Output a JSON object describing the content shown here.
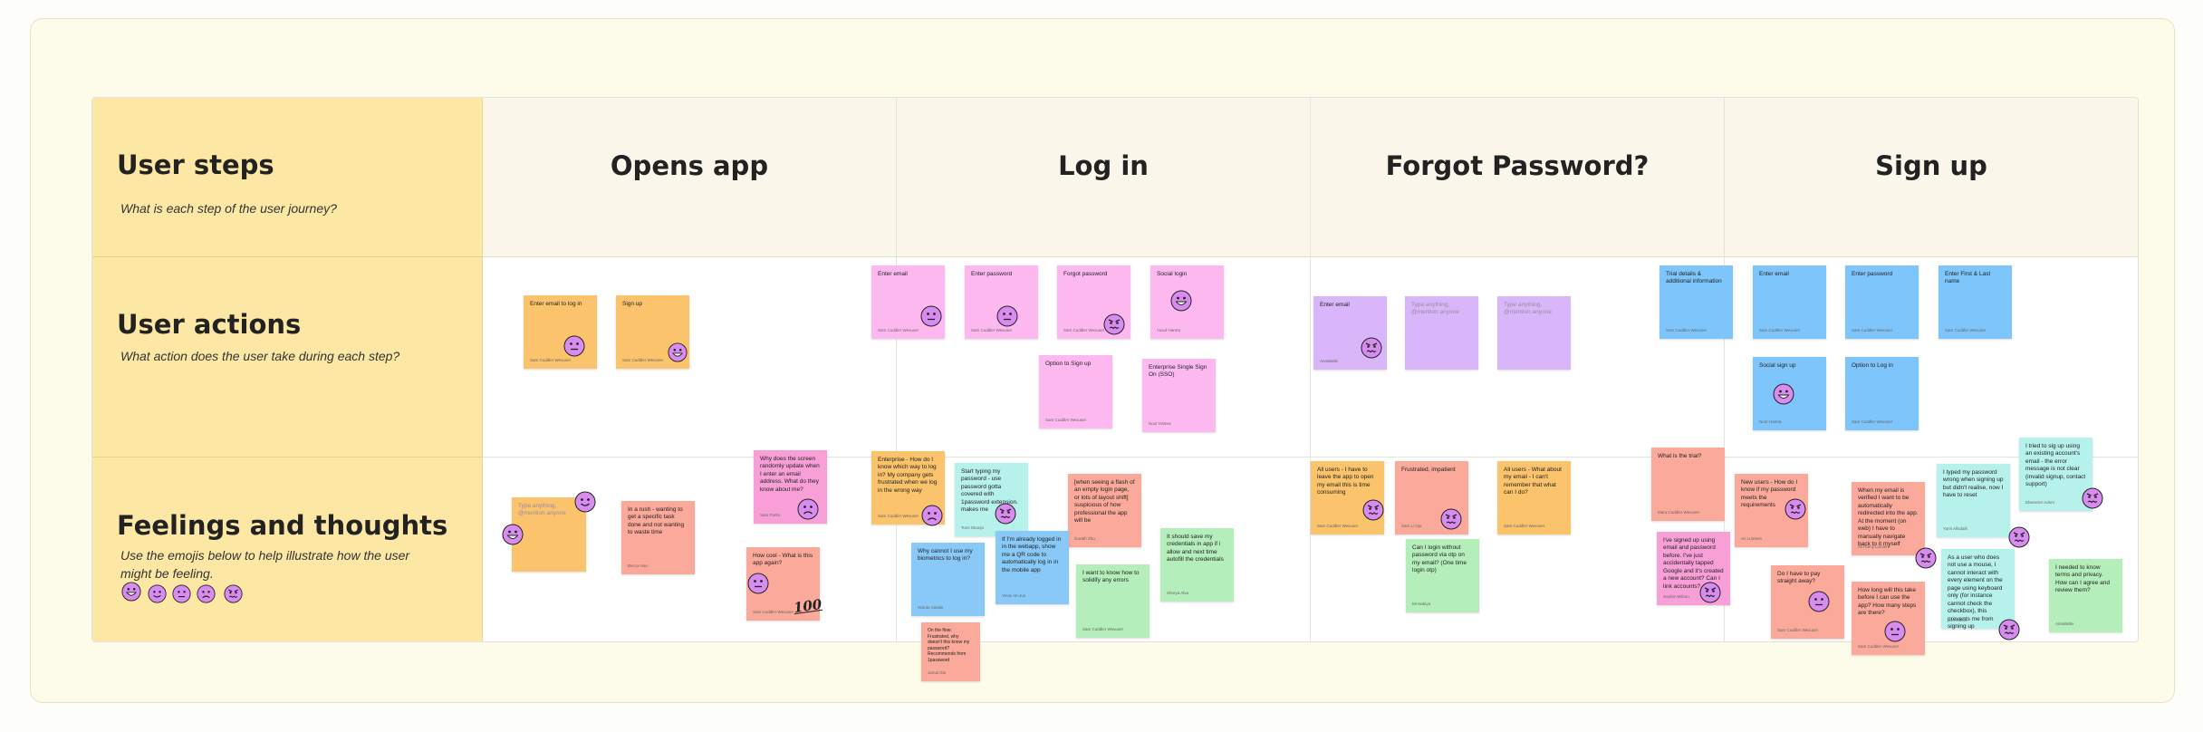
{
  "rows": {
    "user_steps": {
      "title": "User steps",
      "subtitle": "What is each step of the user journey?"
    },
    "user_actions": {
      "title": "User actions",
      "subtitle": "What action does the user take during each step?"
    },
    "feelings": {
      "title": "Feelings and thoughts",
      "subtitle_line1": "Use the emojis below to help illustrate how the user",
      "subtitle_line2": "might be feeling."
    }
  },
  "columns": [
    "Opens app",
    "Log in",
    "Forgot Password?",
    "Sign up"
  ],
  "colors": {
    "orange": "#fbc36b",
    "pink": "#fdb9ef",
    "lavender": "#d8b6f9",
    "blue": "#7dc5fb",
    "cyan": "#b7f1ec",
    "salmon": "#fba99a",
    "green": "#b4eeba",
    "emoji": "#d98cf0"
  },
  "emoji_palette": [
    "grin-icon",
    "smile-icon",
    "neutral-icon",
    "sad-icon",
    "angry-icon"
  ],
  "stickies": [
    {
      "text": "Enter email to log in",
      "author": "Sam Cuddler Wexuser"
    },
    {
      "text": "Sign up",
      "author": "Sam Cuddler Wexuser"
    },
    {
      "text": "Enter email",
      "author": "Sam Cuddler Wexuser"
    },
    {
      "text": "Enter password",
      "author": "Sam Cuddler Wexuser"
    },
    {
      "text": "Forgot password",
      "author": "Sam Cuddler Wexuser"
    },
    {
      "text": "Social login",
      "author": "Yusuf Hamra"
    },
    {
      "text": "Option to Sign up",
      "author": "Sam Cuddler Wexuser"
    },
    {
      "text": "Enterprise Single Sign On (SSO)",
      "author": "Noor Hamra"
    },
    {
      "text": "Enter email",
      "author": "Annabelle"
    },
    {
      "text": "Type anything, @mention anyone",
      "author": ""
    },
    {
      "text": "Type anything, @mention anyone",
      "author": ""
    },
    {
      "text": "Trial details & additional information",
      "author": "Sam Cuddler Wexuser"
    },
    {
      "text": "Enter email",
      "author": "Sam Cuddler Wexuser"
    },
    {
      "text": "Enter password",
      "author": "Sam Cuddler Wexuser"
    },
    {
      "text": "Enter First & Last name",
      "author": "Sam Cuddler Wexuser"
    },
    {
      "text": "Social sign up",
      "author": "Noor Hamra"
    },
    {
      "text": "Option to Log in",
      "author": "Sam Cuddler Wexuser"
    },
    {
      "text": "Type anything, @mention anyone",
      "author": ""
    },
    {
      "text": "In a rush - wanting to get a specific task done and not wanting to waste time",
      "author": "Becca Han"
    },
    {
      "text": "Why does the screen randomly update when I enter an email address. What do they know about me?",
      "author": "Sam Parks"
    },
    {
      "text": "How cool - What is this app again?",
      "author": "Sam Cuddler Wexuser"
    },
    {
      "text": "Enterprise - How do I know which way to log in? My company gets frustrated when we log in the wrong way",
      "author": "Sam Cuddler Wexuser"
    },
    {
      "text": "Start typing my password - use password gotta covered with 1password extension. makes me",
      "author": "Tomi Okonjo"
    },
    {
      "text": "[when seeing a flash of an empty login page, or lots of layout shift] suspicious of how professional the app will be",
      "author": "Gorath Zhu"
    },
    {
      "text": "Why cannot I use my biometrics to log in?",
      "author": "Haruto Sasaki"
    },
    {
      "text": "If I'm already logged in in the webapp, show me a QR code to automatically log in in the mobile app",
      "author": "Yeoni Ah-Jun"
    },
    {
      "text": "I want to know how to solidify any errors",
      "author": "Sam Cuddler Wexuser"
    },
    {
      "text": "It should save my credentials in app if i allow and next time autofill the credentials",
      "author": "Shreya Alva"
    },
    {
      "text": "On the flow: Frustrated, why doesn't this know my password? Recommends from 1password",
      "author": "Jamal Dia"
    },
    {
      "text": "All users - I have to leave the app to open my email this is time consuming",
      "author": "Sam Cuddler Wexuser"
    },
    {
      "text": "Frustrated, impatient",
      "author": "Sam Li Ojo"
    },
    {
      "text": "All users - What about my email - I can't remember that what can I do?",
      "author": "Sam Cuddler Wexuser"
    },
    {
      "text": "Can I login without password via otp on my email? (One time login otp)",
      "author": "Mi Habiya"
    },
    {
      "text": "What is the trial?",
      "author": "Mara Cuddler Wexuser"
    },
    {
      "text": "New users - How do I know if my password meets the requirements",
      "author": "Ari Lumiere"
    },
    {
      "text": "When my email is verified I want to be automatically redirected into the app. At the moment (on web) I have to manually navigate back to it myself",
      "author": "Ali Ramji Lumiere"
    },
    {
      "text": "I typed my password wrong when signing up but didn't realise, now I have to reset",
      "author": "Yumi Alhulaih"
    },
    {
      "text": "I tried to sig up using an existing account's email - the error message is not clear (invalid signup, contact support)",
      "author": "Ebenezer Adom"
    },
    {
      "text": "I've signed up using email and password before. I've just accidentally tapped Google and it's created a new account? Can I link accounts?",
      "author": "Sophie Wilson"
    },
    {
      "text": "Do I have to pay straight away?",
      "author": "Sam Cuddler Wexuser"
    },
    {
      "text": "How long will this take before I can use the app? How many steps are there?",
      "author": "Sam Cuddler Wexuser"
    },
    {
      "text": "As a user who does not use a mouse, I cannot interact with every element on the page using keyboard only (for instance cannot check the checkbox), this prevents me from signing up",
      "author": "Ivo Rebelo"
    },
    {
      "text": "I needed to know terms and privacy. How can I agree and review them?",
      "author": "Annabelle"
    }
  ],
  "hundred_points": "100"
}
